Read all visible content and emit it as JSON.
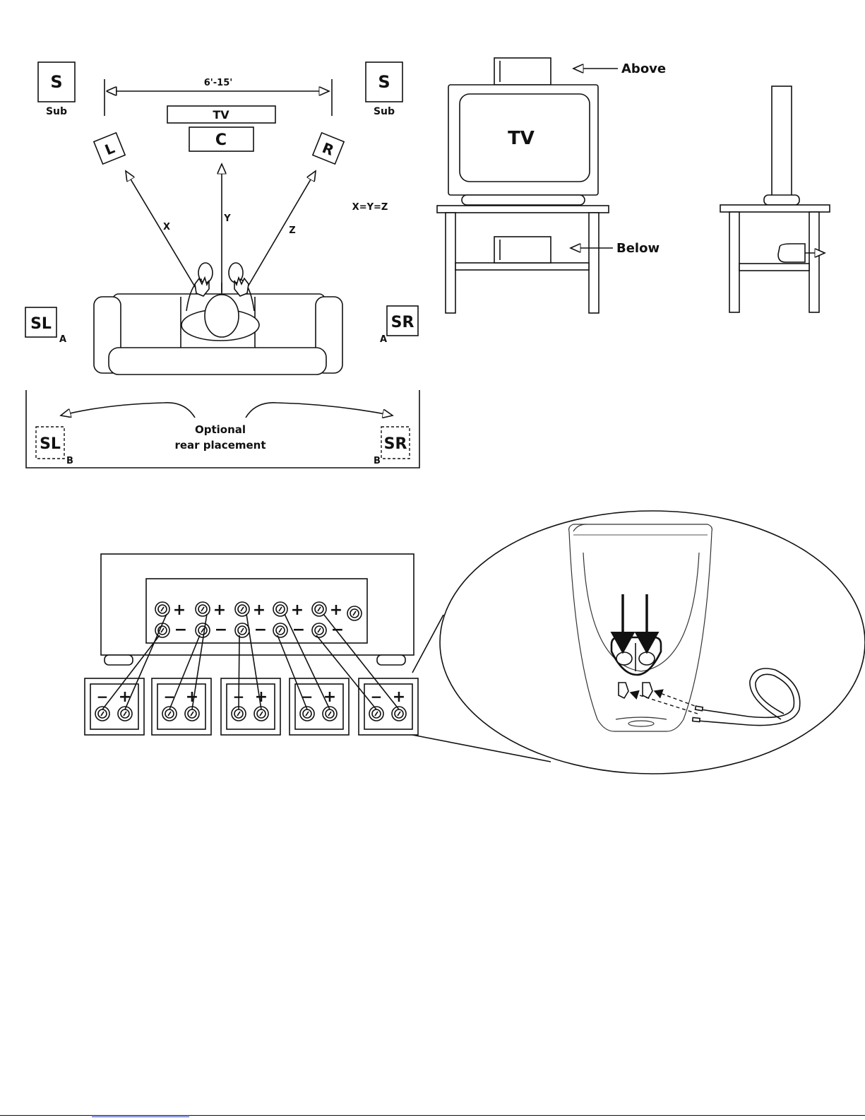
{
  "room_layout": {
    "sub_left": {
      "letter": "S",
      "caption": "Sub"
    },
    "sub_right": {
      "letter": "S",
      "caption": "Sub"
    },
    "distance_label": "6'-15'",
    "tv_label": "TV",
    "center_label": "C",
    "left_label": "L",
    "right_label": "R",
    "x_label": "X",
    "y_label": "Y",
    "z_label": "Z",
    "equation": "X=Y=Z",
    "sl_a": {
      "letter": "SL",
      "suffix": "A"
    },
    "sr_a": {
      "letter": "SR",
      "suffix": "A"
    },
    "sl_b": {
      "letter": "SL",
      "suffix": "B"
    },
    "sr_b": {
      "letter": "SR",
      "suffix": "B"
    },
    "optional_line1": "Optional",
    "optional_line2": "rear placement"
  },
  "tv_stand": {
    "above_label": "Above",
    "below_label": "Below",
    "tv_label": "TV"
  },
  "receiver": {
    "plus_symbol": "+",
    "minus_symbol": "−"
  },
  "colors": {
    "line": "#111111",
    "footer_link": "#2a3cc0"
  }
}
